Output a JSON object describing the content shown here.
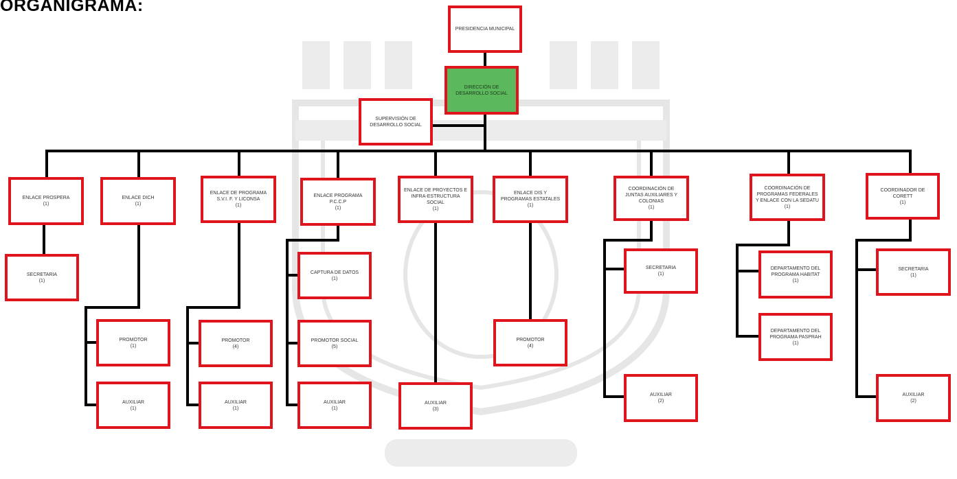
{
  "title": "ORGANIGRAMA:",
  "colors": {
    "box_border": "#e0141c",
    "highlight_fill": "#5cb85c",
    "connector": "#000000",
    "watermark": "#e3e3e3"
  },
  "nodes": {
    "presidencia": {
      "label": "PRESIDENCIA MUNICIPAL",
      "count": ""
    },
    "direccion": {
      "label": "DIRECCIÓN DE DESARROLLO SOCIAL",
      "count": ""
    },
    "supervision": {
      "label": "SUPERVISIÓN DE DESARROLLO SOCIAL",
      "count": ""
    },
    "enlace_prospera": {
      "label": "ENLACE PROSPERA",
      "count": "(1)"
    },
    "secretaria_1": {
      "label": "SECRETARIA",
      "count": "(1)"
    },
    "enlace_dich": {
      "label": "ENLACE DICH",
      "count": "(1)"
    },
    "promotor_dich": {
      "label": "PROMOTOR",
      "count": "(1)"
    },
    "auxiliar_dich": {
      "label": "AUXILIAR",
      "count": "(1)"
    },
    "enlace_svl": {
      "label": "ENLACE DE PROGRAMA S.V.I. F. Y LICONSA",
      "count": "(1)"
    },
    "promotor_svl": {
      "label": "PROMOTOR",
      "count": "(4)"
    },
    "auxiliar_svl": {
      "label": "AUXILIAR",
      "count": "(1)"
    },
    "enlace_pccp": {
      "label": "ENLACE PROGRAMA P.C.C.P",
      "count": "(1)"
    },
    "captura": {
      "label": "CAPTURA DE DATOS",
      "count": "(1)"
    },
    "promotor_social": {
      "label": "PROMOTOR SOCIAL",
      "count": "(5)"
    },
    "auxiliar_pccp": {
      "label": "AUXILIAR",
      "count": "(1)"
    },
    "enlace_proyectos": {
      "label": "ENLACE DE PROYECTOS E INFRA-ESTRUCTURA SOCIAL",
      "count": "(1)"
    },
    "auxiliar_proyectos": {
      "label": "AUXILIAR",
      "count": "(3)"
    },
    "enlace_estatales": {
      "label": "ENLACE DIS Y PROGRAMAS ESTATALES",
      "count": "(1)"
    },
    "promotor_estatales": {
      "label": "PROMOTOR",
      "count": "(4)"
    },
    "coord_juntas": {
      "label": "COORDINACIÓN DE JUNTAS AUXILIARES Y COLONIAS",
      "count": "(1)"
    },
    "secretaria_juntas": {
      "label": "SECRETARIA",
      "count": "(1)"
    },
    "auxiliar_juntas": {
      "label": "AUXILIAR",
      "count": "(2)"
    },
    "coord_federales": {
      "label": "COORDINACIÓN DE PROGRAMAS FEDERALES Y ENLACE CON LA SEDATU",
      "count": "(1)"
    },
    "depto_habitat": {
      "label": "DEPARTAMENTO DEL PROGRAMA HABITAT",
      "count": "(1)"
    },
    "depto_pasprah": {
      "label": "DEPARTAMENTO DEL PROGRAMA PASPRAH",
      "count": "(1)"
    },
    "coord_corett": {
      "label": "COORDINADOR DE CORETT",
      "count": "(1)"
    },
    "secretaria_corett": {
      "label": "SECRETARIA",
      "count": "(1)"
    },
    "auxiliar_corett": {
      "label": "AUXILIAR",
      "count": "(2)"
    }
  }
}
